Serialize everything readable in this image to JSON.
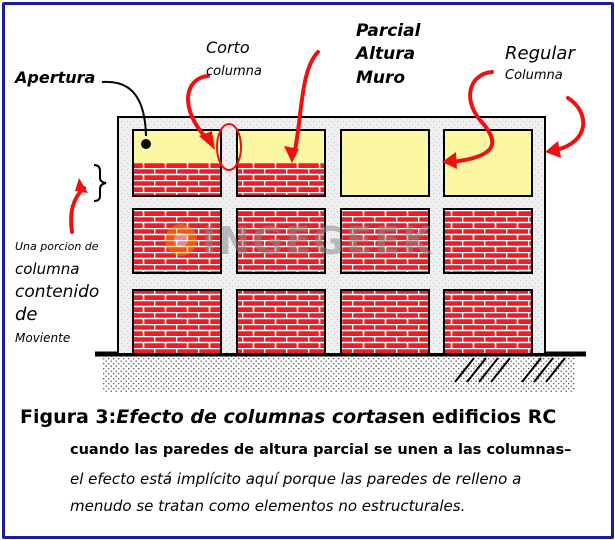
{
  "labels": {
    "apertura": "Apertura",
    "corto": "Corto",
    "corto_columna": "columna",
    "parcial_1": "Parcial",
    "parcial_2": "Altura",
    "parcial_3": "Muro",
    "regular": "Regular",
    "regular_columna": "Columna",
    "porcion_1": "Una porcion de",
    "porcion_2": "columna",
    "porcion_3": "contenido",
    "porcion_4": "de",
    "porcion_5": "Moviente"
  },
  "watermark": "INGEGEEK",
  "caption": {
    "fig_label": "Figura 3:",
    "fig_title": "Efecto de columnas cortas",
    "fig_suffix": "en edificios RC",
    "line2": "cuando las paredes de altura parcial se unen a las columnas–",
    "line3": "el efecto está implícito aquí porque las paredes de relleno a",
    "line4": "menudo se tratan como elementos no estructurales."
  },
  "colors": {
    "frame_border": "#1d1d9a",
    "concrete": "#efefef",
    "brick": "#ee1c25",
    "opening": "#fbf7a3",
    "arrow": "#ee1111",
    "ground_hatch": "#000000"
  }
}
